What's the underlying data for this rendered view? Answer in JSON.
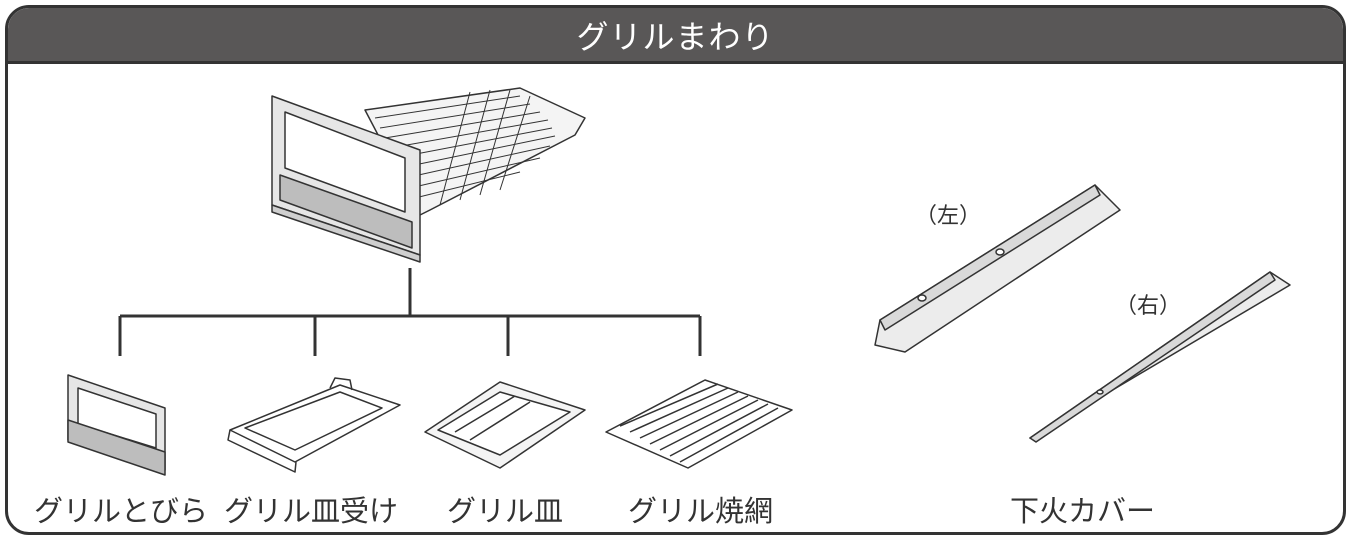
{
  "header": {
    "title": "グリルまわり"
  },
  "parts": [
    {
      "label": "グリルとびら"
    },
    {
      "label": "グリル皿受け"
    },
    {
      "label": "グリル皿"
    },
    {
      "label": "グリル焼網"
    }
  ],
  "burner_cover": {
    "label": "下火カバー",
    "left_label": "（左）",
    "right_label": "（右）"
  },
  "colors": {
    "header_bg": "#595757",
    "line": "#333333"
  }
}
